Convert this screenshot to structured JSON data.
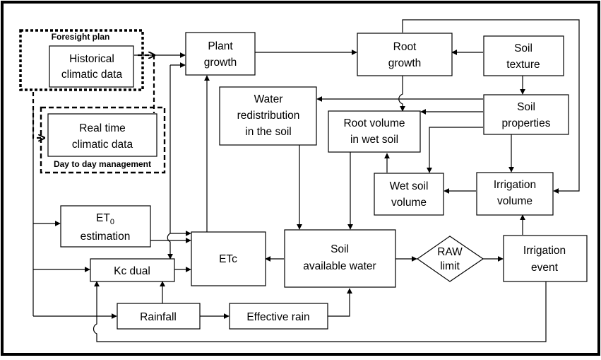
{
  "diagram": {
    "foresight": {
      "title": "Foresight plan",
      "historical": [
        "Historical",
        "climatic data"
      ]
    },
    "day_to_day": {
      "title": "Day to day management",
      "realtime": [
        "Real time",
        "climatic data"
      ]
    },
    "plant_growth": [
      "Plant",
      "growth"
    ],
    "root_growth": [
      "Root",
      "growth"
    ],
    "soil_texture": [
      "Soil",
      "texture"
    ],
    "water_redistribution": [
      "Water",
      "redistribution",
      "in the soil"
    ],
    "root_volume": [
      "Root volume",
      "in wet soil"
    ],
    "soil_properties": [
      "Soil",
      "properties"
    ],
    "wet_soil_volume": [
      "Wet soil",
      "volume"
    ],
    "irrigation_volume": [
      "Irrigation",
      "volume"
    ],
    "et0": {
      "main": "ET",
      "sub": "0",
      "line2": "estimation"
    },
    "kc_dual": "Kc dual",
    "etc": "ETc",
    "soil_available_water": [
      "Soil",
      "available water"
    ],
    "raw_limit": [
      "RAW",
      "limit"
    ],
    "irrigation_event": [
      "Irrigation",
      "event"
    ],
    "rainfall": "Rainfall",
    "effective_rain": "Effective rain"
  }
}
